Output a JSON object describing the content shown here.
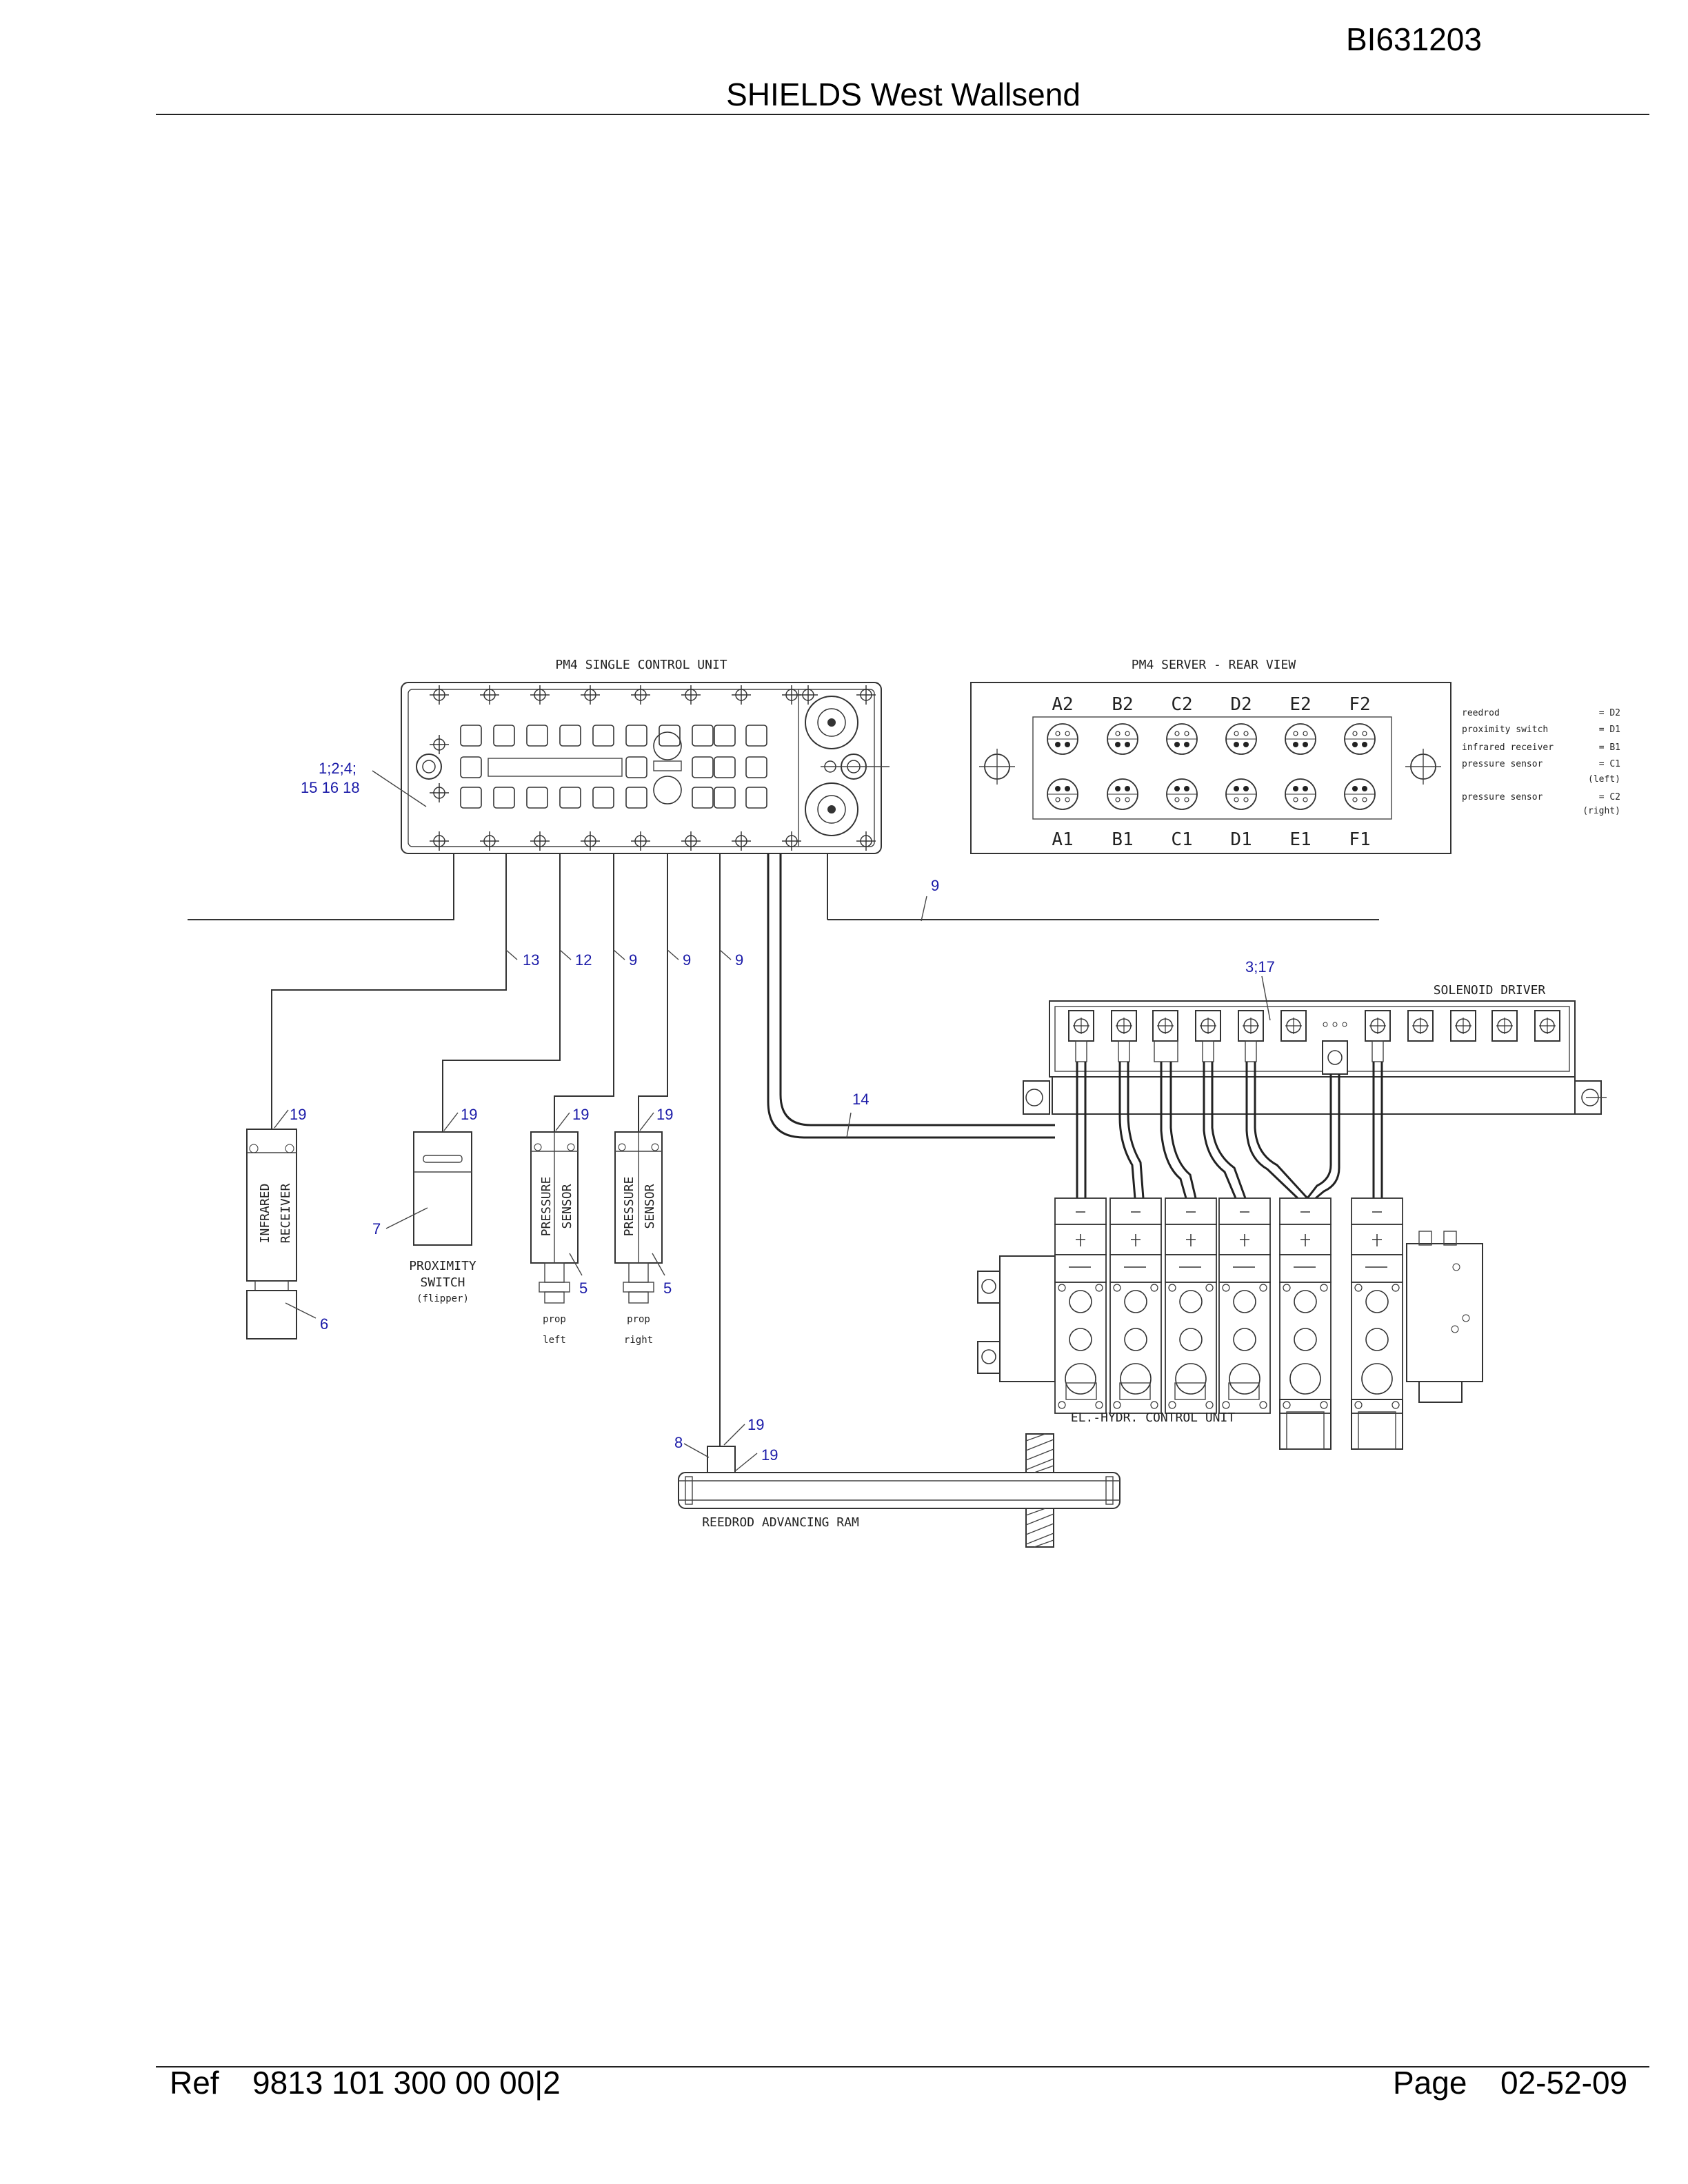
{
  "header": {
    "doc_code": "BI631203",
    "title": "SHIELDS West Wallsend"
  },
  "footer": {
    "ref_label": "Ref",
    "ref_value": "9813 101 300 00 00|2",
    "page_label": "Page",
    "page_value": "02-52-09"
  },
  "diagram": {
    "control_unit_title": "PM4 SINGLE CONTROL UNIT",
    "server_title": "PM4 SERVER - REAR VIEW",
    "server_top_ports": [
      "A2",
      "B2",
      "C2",
      "D2",
      "E2",
      "F2"
    ],
    "server_bottom_ports": [
      "A1",
      "B1",
      "C1",
      "D1",
      "E1",
      "F1"
    ],
    "legend": [
      {
        "name": "reedrod",
        "code": "= D2"
      },
      {
        "name": "proximity switch",
        "code": "= D1"
      },
      {
        "name": "infrared receiver",
        "code": "= B1"
      },
      {
        "name": "pressure sensor",
        "code": "= C1"
      },
      {
        "name": "",
        "code": "(left)"
      },
      {
        "name": "pressure sensor",
        "code": "= C2"
      },
      {
        "name": "",
        "code": "(right)"
      }
    ],
    "solenoid_driver": "SOLENOID DRIVER",
    "ehc_unit": "EL.-HYDR. CONTROL UNIT",
    "infrared_line1": "INFRARED",
    "infrared_line2": "RECEIVER",
    "proximity_line1": "PROXIMITY",
    "proximity_line2": "SWITCH",
    "proximity_line3": "(flipper)",
    "pressure_line1": "PRESSURE",
    "pressure_line2": "SENSOR",
    "prop_left_1": "prop",
    "prop_left_2": "left",
    "prop_right_1": "prop",
    "prop_right_2": "right",
    "ram": "REEDROD ADVANCING RAM",
    "callouts": {
      "c_1234a": "1;2;4;",
      "c_1234b": "15 16 18",
      "c_13": "13",
      "c_12": "12",
      "c_9a": "9",
      "c_9b": "9",
      "c_9c": "9",
      "c_9d": "9",
      "c_317": "3;17",
      "c_14": "14",
      "c_19a": "19",
      "c_19b": "19",
      "c_19c": "19",
      "c_19d": "19",
      "c_19e": "19",
      "c_19f": "19",
      "c_7": "7",
      "c_6": "6",
      "c_5a": "5",
      "c_5b": "5",
      "c_8": "8"
    }
  }
}
